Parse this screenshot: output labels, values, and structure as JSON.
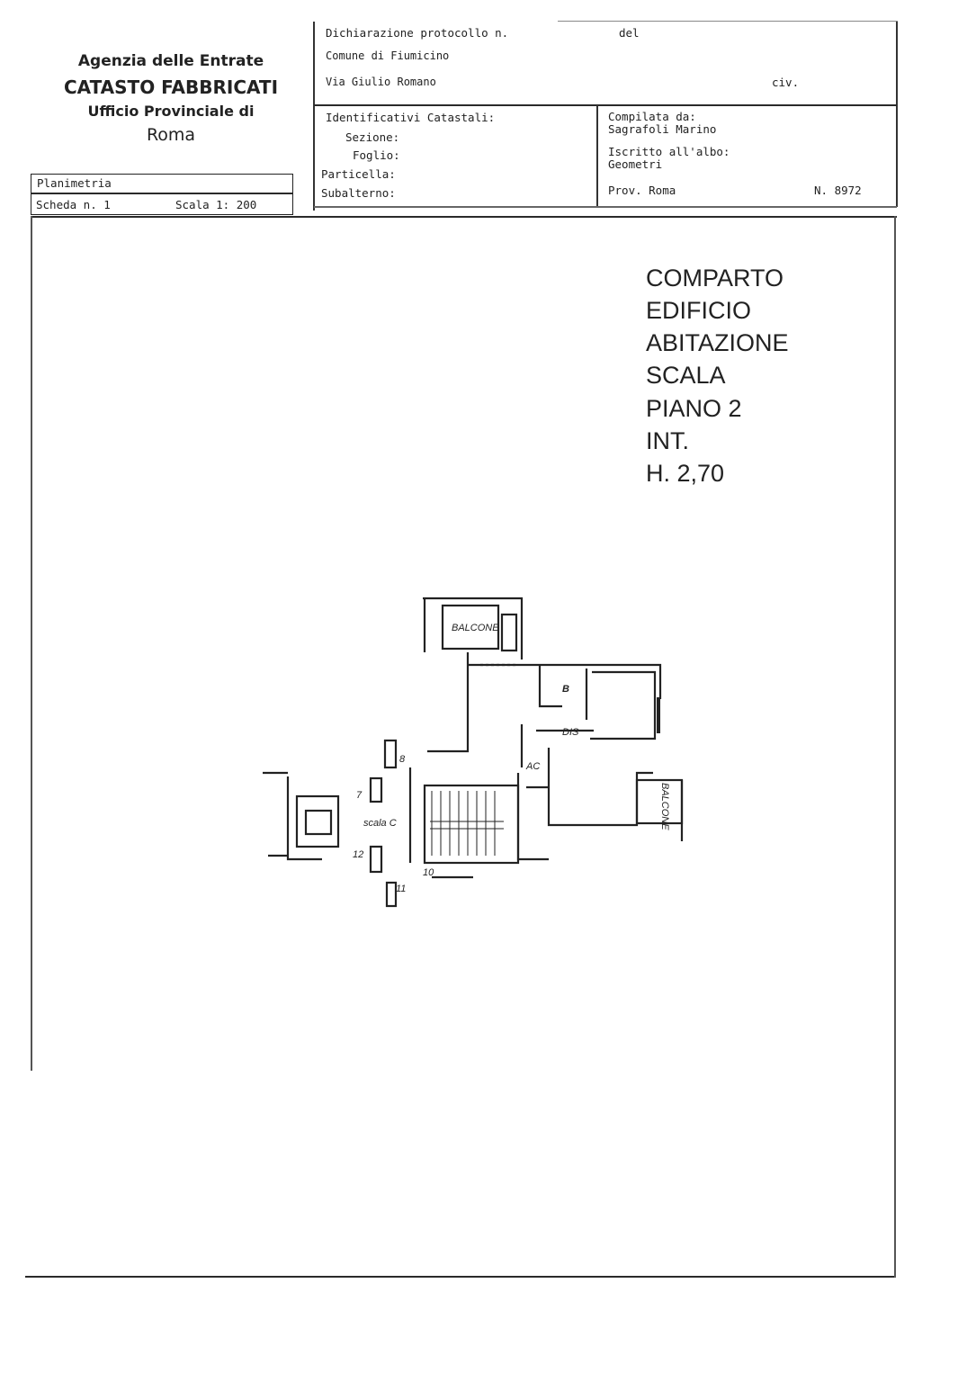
{
  "agency": {
    "line1": "Agenzia delle Entrate",
    "line2": "CATASTO FABBRICATI",
    "line3": "Ufficio Provinciale di",
    "line4": "Roma"
  },
  "planimetria": {
    "title": "Planimetria",
    "scheda": "Scheda n. 1",
    "scala": "Scala 1: 200"
  },
  "header": {
    "dichiarazione": "Dichiarazione protocollo n.",
    "del": "del",
    "comune": "Comune di Fiumicino",
    "via": "Via Giulio Romano",
    "civ": "civ."
  },
  "identificativi": {
    "title": "Identificativi Catastali:",
    "sezione": "Sezione:",
    "foglio": "Foglio:",
    "particella": "Particella:",
    "subalterno": "Subalterno:"
  },
  "compilata": {
    "label": "Compilata da:",
    "name": "Sagrafoli Marino",
    "albo_label": "Iscritto all'albo:",
    "albo": "Geometri",
    "prov": "Prov. Roma",
    "number": "N. 8972"
  },
  "notes": {
    "line1": "COMPARTO",
    "line2": "EDIFICIO",
    "line3": "ABITAZIONE",
    "line4": "SCALA",
    "line5": "PIANO 2",
    "line6": "INT.",
    "line7": "H. 2,70"
  },
  "plan_labels": {
    "balcone": "BALCONE",
    "b": "B",
    "dis": "DIS",
    "ac": "AC",
    "scala_c": "scala C",
    "n7": "7",
    "n8": "8",
    "n10": "10",
    "n11": "11",
    "n12": "12",
    "right_balcone": "BALCONE"
  }
}
